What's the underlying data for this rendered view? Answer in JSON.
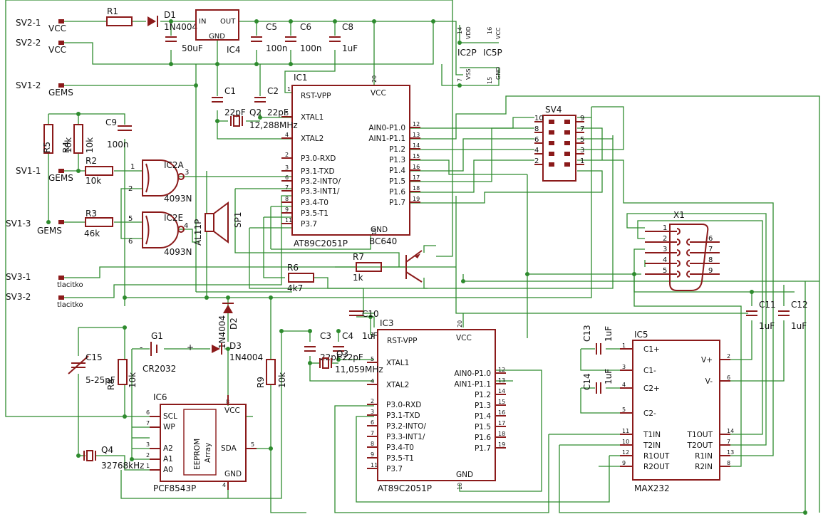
{
  "connectors": {
    "sv2_1": "SV2-1",
    "sv2_2": "SV2-2",
    "sv1_2": "SV1-2",
    "sv1_1": "SV1-1",
    "sv1_3": "SV1-3",
    "sv3_1": "SV3-1",
    "sv3_2": "SV3-2",
    "vcc": "VCC",
    "gems": "GEMS",
    "tlacitko": "tlacitko"
  },
  "power": {
    "r1": "R1",
    "d1": "D1",
    "d1_val": "1N4004",
    "ic4": "IC4",
    "in": "IN",
    "out": "OUT",
    "gnd": "GND",
    "c5": "C5",
    "c5v": "100n",
    "c6": "C6",
    "c6v": "100n",
    "c8": "C8",
    "c8v": "1uF",
    "c50": "50uF",
    "ic2p": "IC2P",
    "ic5p": "IC5P",
    "p14": "14",
    "p7": "7",
    "p16": "16",
    "p15": "15",
    "vdd": "VDD",
    "vss": "VSS",
    "vcc2": "VCC",
    "gnd2": "GND"
  },
  "ic1": {
    "name": "IC1",
    "part": "AT89C2051P",
    "rst": "RST-VPP",
    "vcc": "VCC",
    "gnd": "GND",
    "left": [
      "XTAL1",
      "XTAL2",
      "P3.0-RXD",
      "P3.1-TXD",
      "P3.2-INTO/",
      "P3.3-INT1/",
      "P3.4-T0",
      "P3.5-T1",
      "P3.7"
    ],
    "left_pins": [
      "5",
      "4",
      "2",
      "3",
      "6",
      "7",
      "8",
      "9",
      "11"
    ],
    "right": [
      "AIN0-P1.0",
      "AIN1-P1.1",
      "P1.2",
      "P1.3",
      "P1.4",
      "P1.5",
      "P1.6",
      "P1.7"
    ],
    "right_pins": [
      "12",
      "13",
      "14",
      "15",
      "16",
      "17",
      "18",
      "19"
    ],
    "p1": "1",
    "p20": "20",
    "p10": "10"
  },
  "ic3": {
    "name": "IC3",
    "part": "AT89C2051P",
    "rst": "RST-VPP",
    "vcc": "VCC",
    "gnd": "GND",
    "left": [
      "XTAL1",
      "XTAL2",
      "P3.0-RXD",
      "P3.1-TXD",
      "P3.2-INTO/",
      "P3.3-INT1/",
      "P3.4-T0",
      "P3.5-T1",
      "P3.7"
    ],
    "left_pins": [
      "5",
      "4",
      "2",
      "3",
      "6",
      "7",
      "8",
      "9",
      "11"
    ],
    "right": [
      "AIN0-P1.0",
      "AIN1-P1.1",
      "P1.2",
      "P1.3",
      "P1.4",
      "P1.5",
      "P1.6",
      "P1.7"
    ],
    "right_pins": [
      "12",
      "13",
      "14",
      "15",
      "16",
      "17",
      "18",
      "19"
    ],
    "p1": "1",
    "p20": "20",
    "p10": "10"
  },
  "osc": {
    "c1": "C1",
    "c1v": "22pF",
    "c2": "C2",
    "c2v": "22pF",
    "q2": "Q2",
    "q2v": "12,288MHz",
    "c3": "C3",
    "c3v": "22pF",
    "c4": "C4",
    "c4v": "22pF",
    "q3": "Q3",
    "q3v": "11,059MHz",
    "c10": "C10",
    "c10v": "1uF"
  },
  "misc": {
    "c9": "C9",
    "c9v": "100n",
    "r5": "R5",
    "r5v": "10k",
    "r4": "R4",
    "r4v": "10k",
    "r2": "R2",
    "r2v": "10k",
    "r3": "R3",
    "r3v": "46k",
    "ic2a": "IC2A",
    "ic2e": "IC2E",
    "ic2part": "4093N",
    "ic2part2": "4093N",
    "p1": "1",
    "p2": "2",
    "p3": "3",
    "p5": "5",
    "p6": "6",
    "p4": "4",
    "sp1": "SP1",
    "al": "AL11P",
    "r6": "R6",
    "r6v": "4k7",
    "r7": "R7",
    "r7v": "1k",
    "bc": "BC640",
    "d2": "D2",
    "d2v": "1N4004",
    "d3": "D3",
    "d3v": "1N4004",
    "g1": "G1",
    "g1v": "CR2032",
    "minus": "-",
    "plus": "+",
    "c15": "C15",
    "c15v": "5-25pF",
    "r8": "R8",
    "r8v": "10k",
    "r9": "R9",
    "r9v": "10k",
    "q4": "Q4",
    "q4v": "32768kHz"
  },
  "ic6": {
    "name": "IC6",
    "part": "PCF8543P",
    "vcc": "VCC",
    "gnd": "GND",
    "scl": "SCL",
    "wp": "WP",
    "a2": "A2",
    "a1": "A1",
    "a0": "A0",
    "sda": "SDA",
    "eeprom": "EEPROM",
    "array": "Array",
    "p6": "6",
    "p7": "7",
    "p3": "3",
    "p2": "2",
    "p1": "1",
    "p5": "5",
    "p8": "8",
    "p4": "4"
  },
  "sv4": {
    "name": "SV4",
    "left": [
      "10",
      "8",
      "6",
      "4",
      "2"
    ],
    "right": [
      "9",
      "7",
      "5",
      "3",
      "1"
    ]
  },
  "x1": {
    "name": "X1",
    "left": [
      "1",
      "2",
      "3",
      "4",
      "5"
    ],
    "right": [
      "6",
      "7",
      "8",
      "9"
    ]
  },
  "ic5": {
    "name": "IC5",
    "part": "MAX232",
    "left": [
      "C1+",
      "C1-",
      "C2+",
      "C2-",
      "T1IN",
      "T2IN",
      "R1OUT",
      "R2OUT"
    ],
    "left_pins": [
      "1",
      "3",
      "4",
      "5",
      "11",
      "10",
      "12",
      "9"
    ],
    "right": [
      "V+",
      "V-",
      "T1OUT",
      "T2OUT",
      "R1IN",
      "R2IN"
    ],
    "right_pins": [
      "2",
      "6",
      "14",
      "7",
      "13",
      "8"
    ],
    "c13": "C13",
    "c13v": "1uF",
    "c14": "C14",
    "c14v": "1uF",
    "c11": "C11",
    "c11v": "1uF",
    "c12": "C12",
    "c12v": "1uF"
  }
}
